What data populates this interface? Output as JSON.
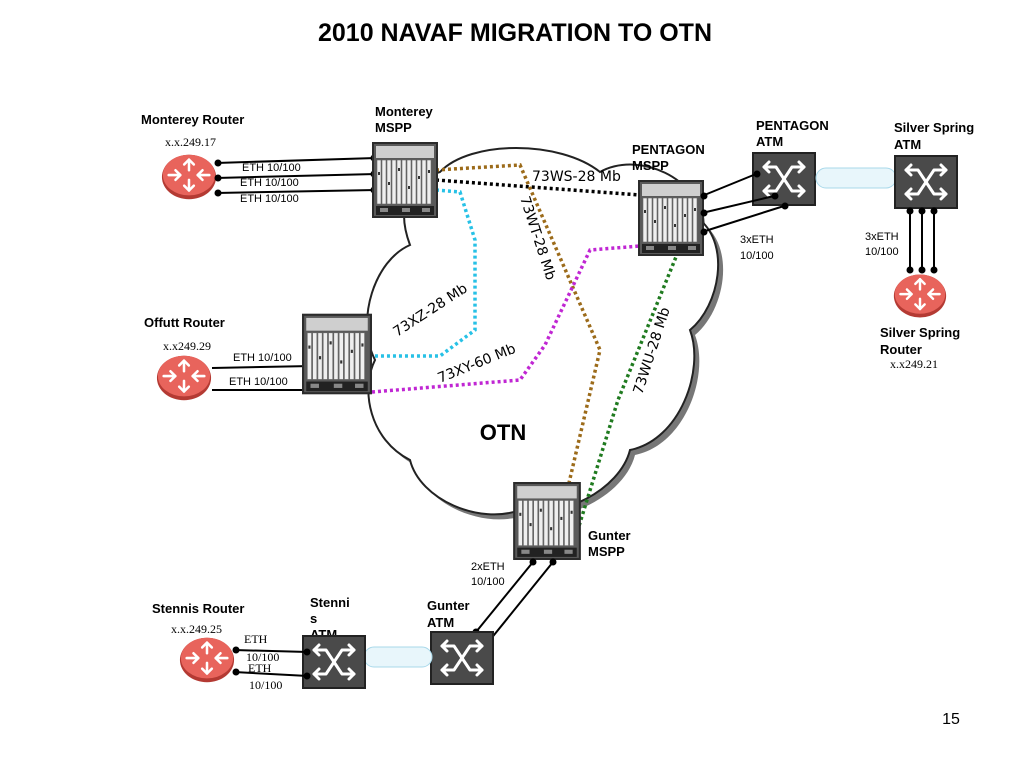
{
  "title": "2010 NAVAF MIGRATION TO OTN",
  "page_number": "15",
  "cloud_label": "OTN",
  "colors": {
    "router_fill": "#e8645c",
    "atm_fill": "#4a4a4a",
    "link_black": "#000000",
    "link_brown": "#9c6b1a",
    "link_cyan": "#27c1e6",
    "link_magenta": "#c026d3",
    "link_green": "#1f7a1f"
  },
  "nodes": {
    "monterey_router": {
      "name": "Monterey Router",
      "ip": "x.x.249.17",
      "icon": "router-icon",
      "ports": [
        "ETH 10/100",
        "ETH 10/100",
        "ETH 10/100"
      ]
    },
    "monterey_mspp": {
      "name_line1": "Monterey",
      "name_line2": "MSPP",
      "icon": "mspp-icon"
    },
    "offutt_router": {
      "name": "Offutt Router",
      "ip": "x.x249.29",
      "icon": "router-icon",
      "ports": [
        "ETH 10/100",
        "ETH 10/100"
      ]
    },
    "offutt_mspp": {
      "icon": "mspp-icon"
    },
    "pentagon_mspp": {
      "name_line1": "PENTAGON",
      "name_line2": "MSPP",
      "icon": "mspp-icon",
      "ports_line1": "3xETH",
      "ports_line2": "10/100"
    },
    "pentagon_atm": {
      "name_line1": "PENTAGON",
      "name_line2": "ATM",
      "icon": "atm-switch-icon"
    },
    "silver_spring_atm": {
      "name_line1": "Silver Spring",
      "name_line2": "ATM",
      "icon": "atm-switch-icon",
      "ports_line1": "3xETH",
      "ports_line2": "10/100"
    },
    "silver_spring_router": {
      "name_line1": "Silver Spring",
      "name_line2": "Router",
      "ip": "x.x249.21",
      "icon": "router-icon"
    },
    "gunter_mspp": {
      "name_line1": "Gunter",
      "name_line2": "MSPP",
      "icon": "mspp-icon",
      "ports_line1": "2xETH",
      "ports_line2": "10/100"
    },
    "gunter_atm": {
      "name_line1": "Gunter",
      "name_line2": "ATM",
      "icon": "atm-switch-icon"
    },
    "stennis_atm": {
      "name_line1": "Stenni",
      "name_line2": "s",
      "name_line3": "ATM",
      "icon": "atm-switch-icon"
    },
    "stennis_router": {
      "name": "Stennis Router",
      "ip": "x.x.249.25",
      "icon": "router-icon",
      "ports": [
        [
          "ETH",
          "10/100"
        ],
        [
          "ETH",
          "10/100"
        ]
      ]
    }
  },
  "links": {
    "ws": {
      "label": "73WS-28 Mb",
      "color": "#000000"
    },
    "wt": {
      "label": "73WT-28 Mb",
      "color": "#9c6b1a"
    },
    "xz": {
      "label": "73XZ-28 Mb",
      "color": "#27c1e6"
    },
    "xy": {
      "label": "73XY-60 Mb",
      "color": "#c026d3"
    },
    "wu": {
      "label": "73WU-28 Mb",
      "color": "#1f7a1f"
    }
  }
}
